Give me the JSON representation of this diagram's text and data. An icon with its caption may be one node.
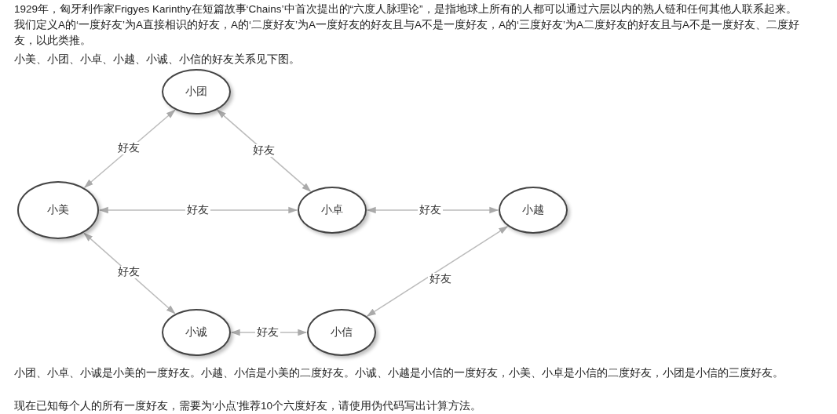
{
  "diagram": {
    "nodes": [
      {
        "text": [
          "小团"
        ]
      },
      {
        "text": [
          "小美"
        ]
      },
      {
        "text": [
          "小卓"
        ]
      },
      {
        "text": [
          "小越"
        ]
      },
      {
        "text": [
          "小诚"
        ]
      },
      {
        "text": [
          "小信"
        ]
      }
    ],
    "edges": [
      {
        "from": 1,
        "to": 0,
        "arrow": "both",
        "label": "好友"
      },
      {
        "from": 0,
        "to": 2,
        "arrow": "both",
        "label": "好友"
      },
      {
        "from": 1,
        "to": 2,
        "arrow": "both",
        "label": "好友"
      },
      {
        "from": 2,
        "to": 3,
        "arrow": "both",
        "label": "好友"
      },
      {
        "from": 1,
        "to": 4,
        "arrow": "both",
        "label": "好友"
      },
      {
        "from": 4,
        "to": 5,
        "arrow": "both",
        "label": "好友"
      },
      {
        "from": 3,
        "to": 5,
        "arrow": "both",
        "label": "好友"
      }
    ],
    "labels": [
      "1929年，匈牙利作家Frigyes Karinthy在短篇故事‘Chains’中首次提出的“六度人脉理论”，是指地球上所有的人都可以通过六层以内的熟人链和任何其他人联系起来。我们定义A的‘一度好友’为A直接相识的好友，A的‘二度好友’为A一度好友的好友且与A不是一度好友，A的‘三度好友’为A二度好友的好友且与A不是一度好友、二度好友，以此类推。",
      "小美、小团、小卓、小越、小诚、小信的好友关系见下图。",
      "小团、小卓、小诚是小美的一度好友。小越、小信是小美的二度好友。小诚、小越是小信的一度好友，小美、小卓是小信的二度好友，小团是小信的三度好友。",
      "现在已知每个人的所有一度好友，需要为‘小点’推荐10个六度好友，请使用伪代码写出计算方法。"
    ]
  }
}
